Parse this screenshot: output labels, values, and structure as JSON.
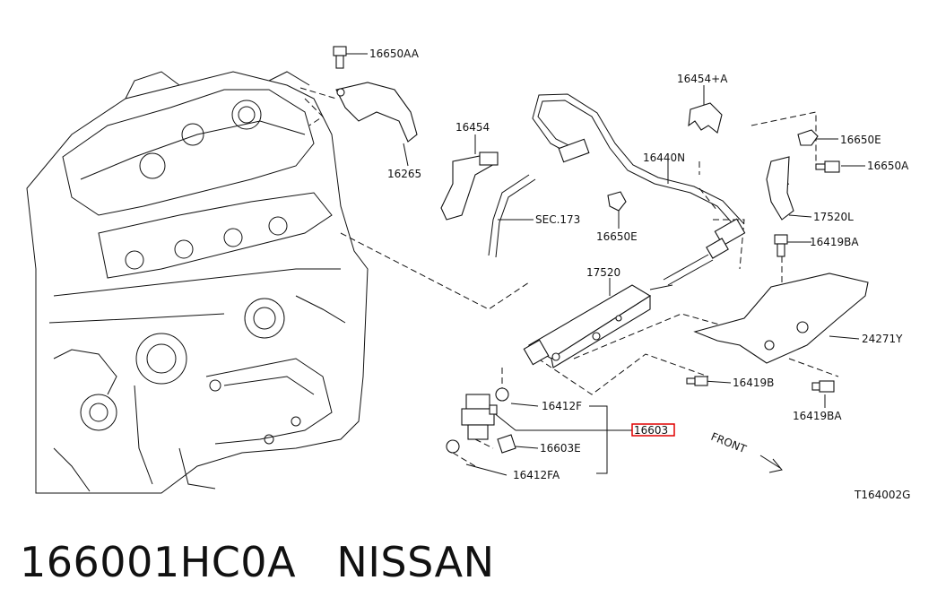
{
  "callouts": {
    "c16650AA": "16650AA",
    "c16265": "16265",
    "c16454": "16454",
    "c16454A": "16454+A",
    "c16650E_top": "16650E",
    "c16650A": "16650A",
    "c16440N": "16440N",
    "cSEC173": "SEC.173",
    "c16650E_mid": "16650E",
    "c17520L": "17520L",
    "c16419BA_top": "16419BA",
    "c17520": "17520",
    "c24271Y": "24271Y",
    "c16419B": "16419B",
    "c16412F": "16412F",
    "c16603": "16603",
    "c16603E": "16603E",
    "c16412FA": "16412FA",
    "c16419BA_bot": "16419BA",
    "front": "FRONT",
    "ref": "T164002G"
  },
  "highlight_color": "#e00000",
  "caption": "166001HC0A   NISSAN"
}
